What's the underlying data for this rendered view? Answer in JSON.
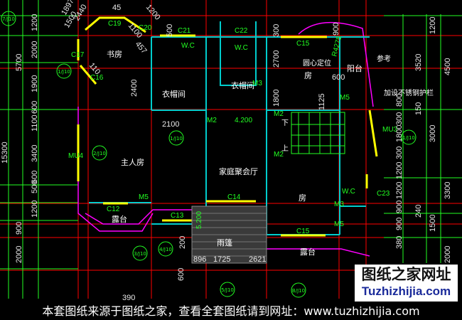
{
  "drawing": {
    "colors": {
      "background": "#000000",
      "axis": "#ff0000",
      "dimension": "#22ff22",
      "wall": "#00cccc",
      "window": "#ffff00",
      "railing": "#ff00ff",
      "text": "#ffffff"
    },
    "rooms": {
      "study": "书房",
      "master_bedroom": "主人房",
      "family_hall": "家庭聚会厅",
      "closet_1": "衣帽间",
      "closet_2": "衣帽间",
      "wc_1": "W.C",
      "wc_2": "W.C",
      "wc_3": "W.C",
      "room_1": "房",
      "room_2": "房",
      "balcony": "阳台",
      "terrace_1": "露台",
      "terrace_2": "露台",
      "canopy": "雨篷",
      "stair_up": "上",
      "stair_down": "下"
    },
    "notes": {
      "center_locate": "圆心定位",
      "reference": "参考",
      "railing_note": "加设不锈钢护栏",
      "elev_1": "4.200",
      "elev_2": "5.200",
      "radius": "R4275"
    },
    "tags": [
      "C19",
      "C20",
      "C21",
      "C22",
      "C15",
      "C17",
      "C16",
      "C14",
      "C12",
      "C13",
      "C15",
      "C23",
      "M2",
      "M2",
      "M2",
      "M3",
      "M3",
      "M5",
      "M5",
      "M5",
      "MU3",
      "MU4"
    ],
    "left_dims": [
      "1200",
      "2000",
      "1900",
      "600",
      "1100",
      "3400",
      "500",
      "600",
      "1200",
      "900",
      "2000"
    ],
    "left_total_dims": [
      "5700",
      "15300"
    ],
    "right_dims": [
      "1200",
      "3520",
      "800",
      "150",
      "300",
      "1800",
      "300",
      "1200",
      "1200",
      "900",
      "900",
      "240",
      "380"
    ],
    "right_total_dims": [
      "4500",
      "3000",
      "3300",
      "1500",
      "2000"
    ],
    "inner_dims": [
      "2400",
      "2100",
      "2700",
      "1800",
      "1125",
      "600",
      "900",
      "300",
      "200",
      "600",
      "896",
      "1725",
      "2621",
      "390"
    ],
    "top_dims": [
      "1897",
      "1500",
      "2440",
      "45",
      "1200",
      "500",
      "457",
      "110",
      "1100"
    ],
    "details": [
      "7/J10",
      "1/J10",
      "1/J10",
      "2/J10",
      "3/J10",
      "4/J10",
      "5/J10",
      "B/J10",
      "1/J10"
    ]
  },
  "caption": "本套图纸来源于图纸之家，查看全套图纸请到网址：www.tuzhizhijia.com",
  "watermark": {
    "title": "图纸之家网址",
    "url": "Tuzhizhijia.com"
  }
}
